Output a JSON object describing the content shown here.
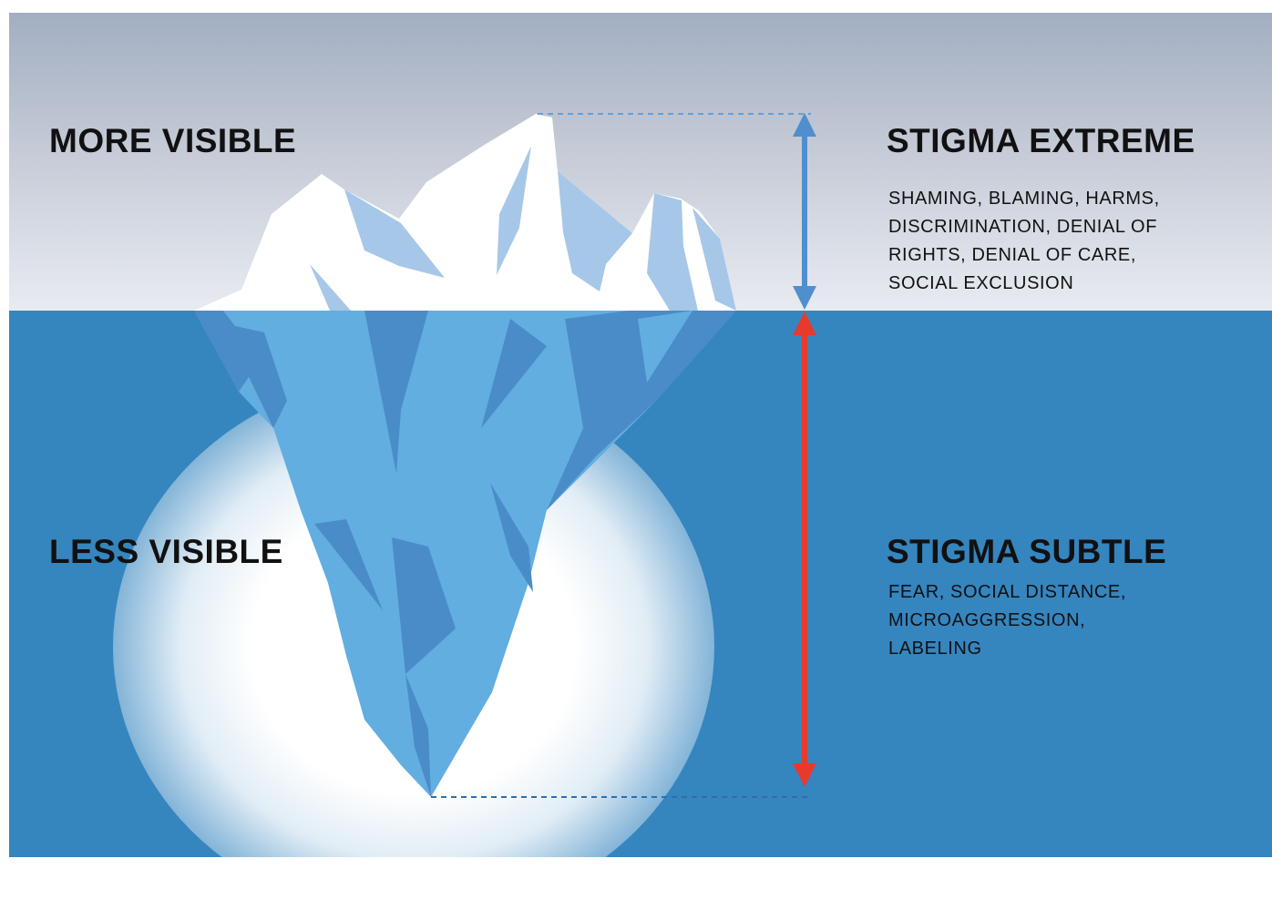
{
  "labels": {
    "top_left": "MORE VISIBLE",
    "bottom_left": "LESS VISIBLE"
  },
  "extreme": {
    "title": "STIGMA EXTREME",
    "lines": [
      "SHAMING, BLAMING, HARMS,",
      "DISCRIMINATION, DENIAL OF",
      "RIGHTS, DENIAL OF CARE,",
      "SOCIAL EXCLUSION"
    ]
  },
  "subtle": {
    "title": "STIGMA SUBTLE",
    "lines": [
      "FEAR, SOCIAL DISTANCE,",
      "MICROAGGRESSION,",
      "LABELING"
    ]
  },
  "colors": {
    "sky_top": "#a2aec2",
    "sea": "#3585bf",
    "arrow_visible": "#4f8fcd",
    "arrow_hidden": "#e8392d",
    "ice_top": "#ffffff",
    "ice_shadow": "#a6c7e8",
    "ice_underwater": "#62aee0",
    "ice_underwater_shadow": "#4a8cc8"
  }
}
